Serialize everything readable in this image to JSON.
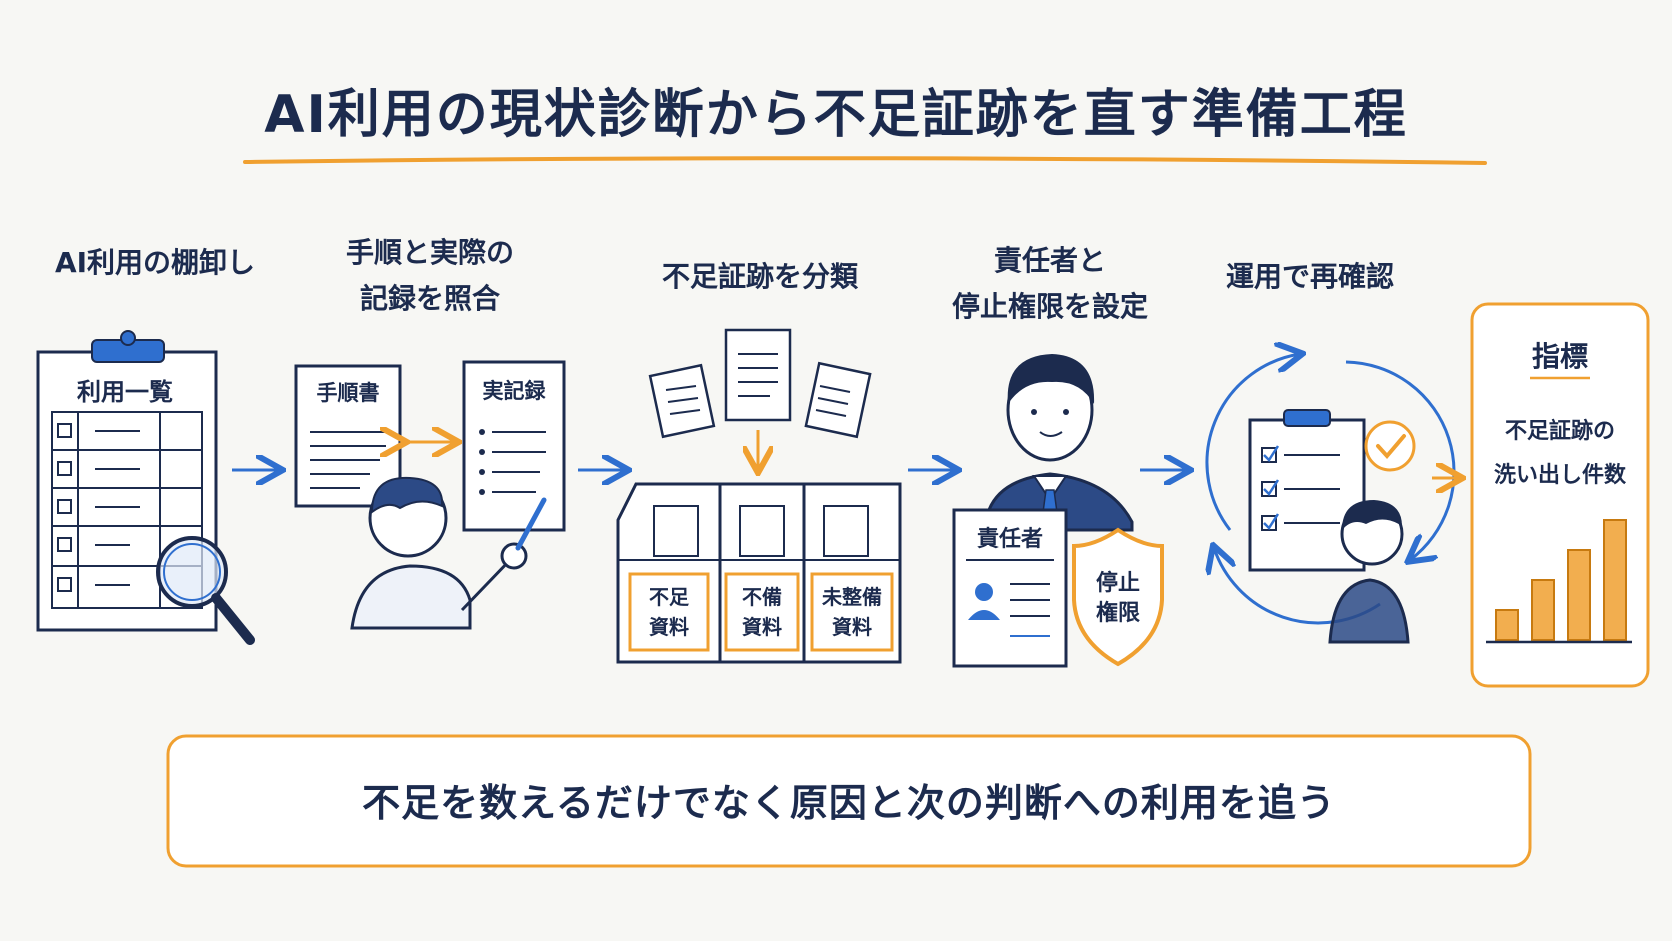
{
  "title": "AI利用の現状診断から不足証跡を直す準備工程",
  "steps": [
    {
      "label": "AI利用の棚卸し",
      "item": "利用一覧"
    },
    {
      "label_line1": "手順と実際の",
      "label_line2": "記録を照合",
      "doc_left": "手順書",
      "doc_right": "実記録"
    },
    {
      "label": "不足証跡を分類",
      "bins": [
        "不足資料",
        "不備資料",
        "未整備資料"
      ]
    },
    {
      "label_line1": "責任者と",
      "label_line2": "停止権限を設定",
      "card": "責任者",
      "shield": "停止権限"
    },
    {
      "label": "運用で再確認"
    }
  ],
  "metric": {
    "heading": "指標",
    "text_line1": "不足証跡の",
    "text_line2": "洗い出し件数",
    "bar_values": [
      1,
      2,
      3,
      4
    ]
  },
  "footer": "不足を数えるだけでなく原因と次の判断への利用を追う",
  "colors": {
    "navy": "#1c2b4e",
    "blue": "#2f6fcf",
    "orange": "#f0a030"
  },
  "icons": [
    "clipboard-icon",
    "magnifier-icon",
    "document-icon",
    "double-arrow-icon",
    "pen-icon",
    "person-icon",
    "sorting-box-icon",
    "id-card-icon",
    "shield-icon",
    "cycle-arrow-icon",
    "check-circle-icon",
    "bar-chart-icon",
    "arrow-right-icon"
  ]
}
